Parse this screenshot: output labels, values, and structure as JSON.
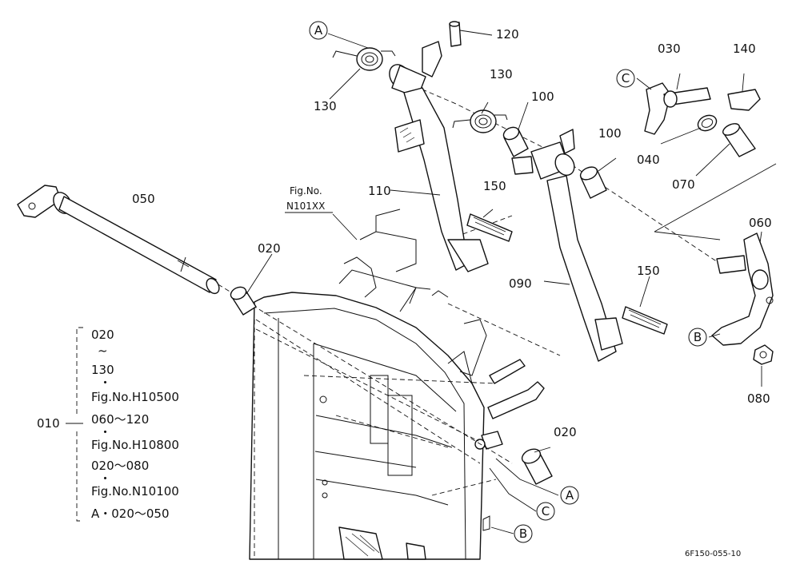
{
  "part_numbers": {
    "p010": "010",
    "p020_top": "020",
    "p020_bottom": "020",
    "p030": "030",
    "p040": "040",
    "p050": "050",
    "p060": "060",
    "p070": "070",
    "p080": "080",
    "p090": "090",
    "p100_a": "100",
    "p100_b": "100",
    "p110": "110",
    "p120": "120",
    "p130_left": "130",
    "p130_mid": "130",
    "p140": "140",
    "p150_a": "150",
    "p150_b": "150"
  },
  "callouts": {
    "a_top": "A",
    "a_bottom": "A",
    "b_left": "B",
    "b_bottom": "B",
    "c_top": "C",
    "c_bottom": "C"
  },
  "reference": {
    "fig_label": "Fig.No.",
    "fig_number": "N101XX"
  },
  "assembly_list": [
    "020",
    "~",
    "130",
    "・",
    "Fig.No.H10500",
    "060～120",
    "・",
    "Fig.No.H10800",
    "020～080",
    "・",
    "Fig.No.N10100",
    "A・020～050"
  ],
  "drawing_code": "6F150-055-10"
}
